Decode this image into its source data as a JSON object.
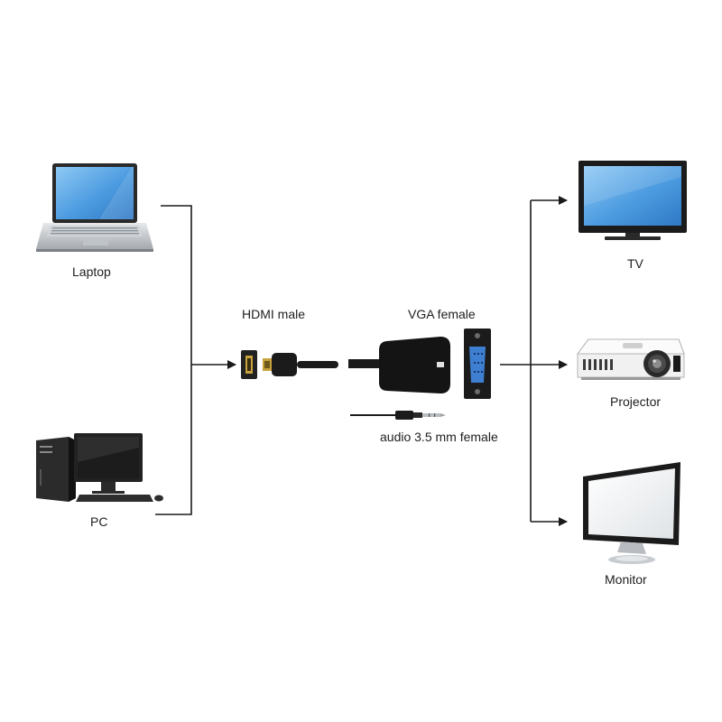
{
  "sources": {
    "laptop": {
      "label": "Laptop",
      "icon": "laptop-icon"
    },
    "pc": {
      "label": "PC",
      "icon": "desktop-pc-icon"
    }
  },
  "adapter": {
    "hdmi_label": "HDMI male",
    "vga_label": "VGA female",
    "audio_label": "audio 3.5 mm female"
  },
  "outputs": {
    "tv": {
      "label": "TV",
      "icon": "tv-icon"
    },
    "projector": {
      "label": "Projector",
      "icon": "projector-icon"
    },
    "monitor": {
      "label": "Monitor",
      "icon": "monitor-icon"
    }
  },
  "colors": {
    "line": "#1a1a1a",
    "screen_blue": "#5aa8e6",
    "device_dark": "#1b1b1b",
    "vga_blue": "#3f7fd1",
    "hdmi_gold": "#c8a23c"
  }
}
